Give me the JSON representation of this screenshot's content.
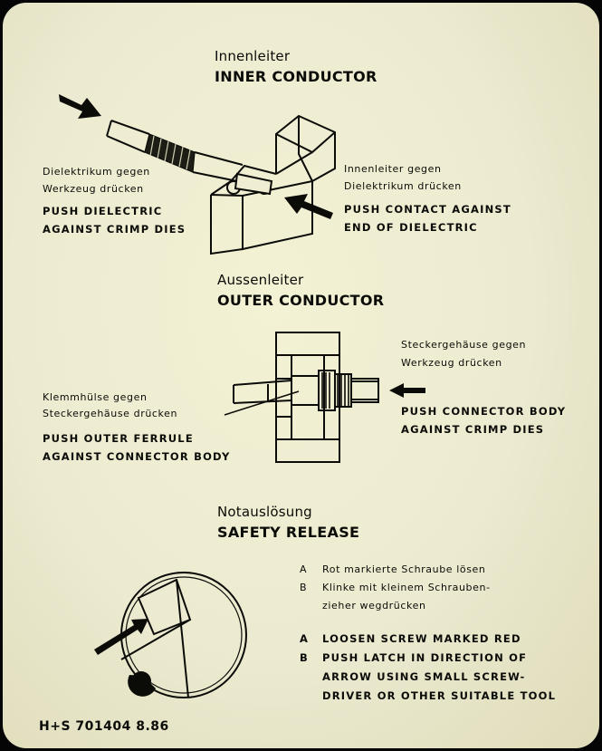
{
  "inner": {
    "title_de": "Innenleiter",
    "title_en": "INNER CONDUCTOR",
    "left_de_1": "Dielektrikum gegen",
    "left_de_2": "Werkzeug drücken",
    "left_en_1": "PUSH DIELECTRIC",
    "left_en_2": "AGAINST CRIMP DIES",
    "right_de_1": "Innenleiter gegen",
    "right_de_2": "Dielektrikum drücken",
    "right_en_1": "PUSH CONTACT AGAINST",
    "right_en_2": "END OF DIELECTRIC"
  },
  "outer": {
    "title_de": "Aussenleiter",
    "title_en": "OUTER CONDUCTOR",
    "right_de_1": "Steckergehäuse gegen",
    "right_de_2": "Werkzeug drücken",
    "right_en_1": "PUSH CONNECTOR BODY",
    "right_en_2": "AGAINST CRIMP DIES",
    "left_de_1": "Klemmhülse gegen",
    "left_de_2": "Steckergehäuse drücken",
    "left_en_1": "PUSH OUTER FERRULE",
    "left_en_2": "AGAINST CONNECTOR BODY"
  },
  "safety": {
    "title_de": "Notauslösung",
    "title_en": "SAFETY RELEASE",
    "de_a_letter": "A",
    "de_a_text": "Rot markierte Schraube lösen",
    "de_b_letter": "B",
    "de_b_text_1": "Klinke mit kleinem Schrauben-",
    "de_b_text_2": "zieher wegdrücken",
    "en_a_letter": "A",
    "en_a_text": "LOOSEN SCREW MARKED RED",
    "en_b_letter": "B",
    "en_b_text_1": "PUSH LATCH IN DIRECTION OF",
    "en_b_text_2": "ARROW USING SMALL SCREW-",
    "en_b_text_3": "DRIVER OR OTHER SUITABLE TOOL"
  },
  "footer": {
    "part_number": "H+S 701404 8.86"
  },
  "colors": {
    "card": "#efedd2",
    "ink": "#0b0b08",
    "background": "#050505"
  }
}
